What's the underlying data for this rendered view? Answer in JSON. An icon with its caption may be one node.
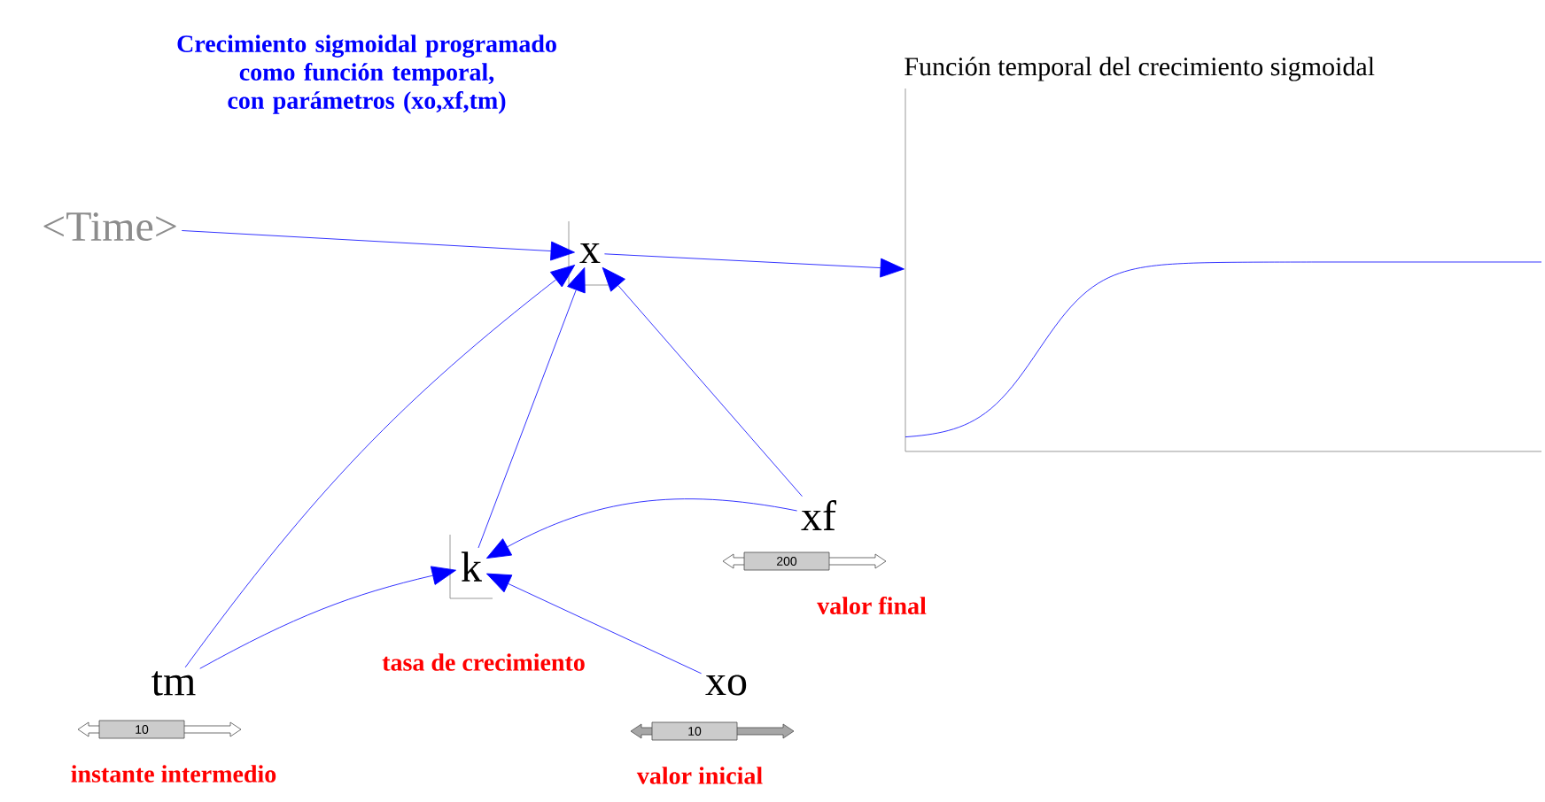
{
  "diagram": {
    "title": "Crecimiento sigmoidal programado como función temporal, con parámetros (xo,xf,tm)",
    "nodes": [
      {
        "text": [
          "<Time>"
        ]
      },
      {
        "text": [
          "x"
        ]
      },
      {
        "text": [
          "k"
        ],
        "beside": [
          "tasa de crecimiento"
        ]
      },
      {
        "text": [
          "xf"
        ],
        "beside": [
          "200",
          "valor final"
        ]
      },
      {
        "text": [
          "tm"
        ],
        "beside": [
          "10",
          "instante intermedio"
        ]
      },
      {
        "text": [
          "xo"
        ],
        "beside": [
          "10",
          "valor inicial"
        ]
      },
      {
        "text": [
          "Función temporal del crecimiento sigmoidal"
        ]
      }
    ],
    "edges": [
      {
        "from": 0,
        "to": 1,
        "arrow": "to"
      },
      {
        "from": 1,
        "to": 6,
        "arrow": "to"
      },
      {
        "from": 4,
        "to": 1,
        "arrow": "to"
      },
      {
        "from": 2,
        "to": 1,
        "arrow": "to"
      },
      {
        "from": 3,
        "to": 1,
        "arrow": "to"
      },
      {
        "from": 3,
        "to": 2,
        "arrow": "to"
      },
      {
        "from": 4,
        "to": 2,
        "arrow": "to"
      },
      {
        "from": 5,
        "to": 2,
        "arrow": "to"
      }
    ]
  }
}
